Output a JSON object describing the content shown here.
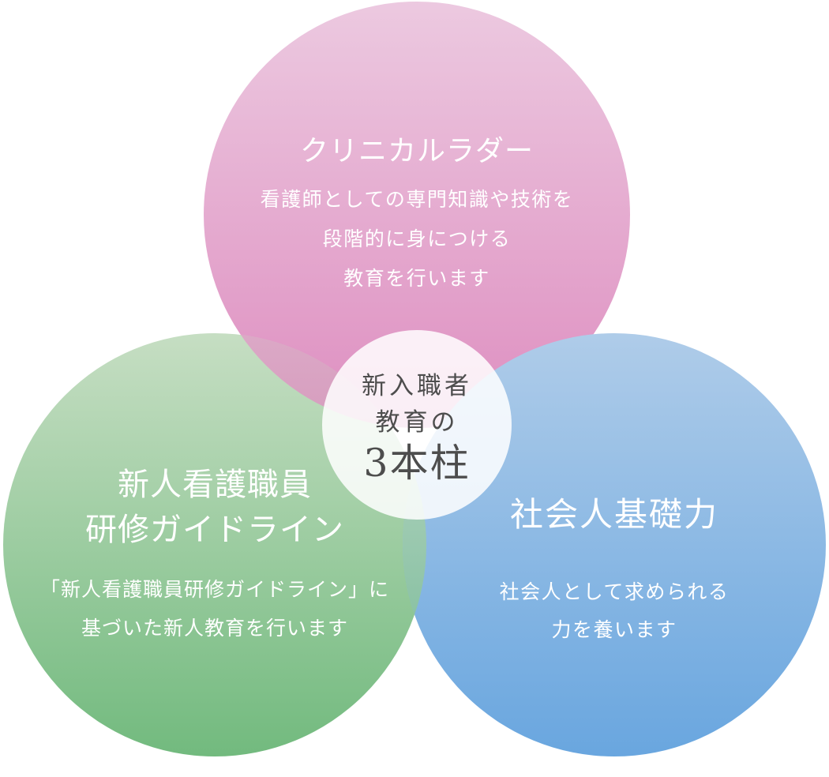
{
  "diagram": {
    "center": {
      "line1": "新入職者",
      "line2": "教育の",
      "line3": "3本柱"
    },
    "circles": {
      "clinical_ladder": {
        "title": "クリニカルラダー",
        "body": [
          "看護師としての専門知識や技術を",
          "段階的に身につける",
          "教育を行います"
        ]
      },
      "guideline": {
        "title_line1": "新人看護職員",
        "title_line2": "研修ガイドライン",
        "body": [
          "「新人看護職員研修ガイドライン」に",
          "基づいた新人教育を行います"
        ]
      },
      "shakaijin": {
        "title": "社会人基礎力",
        "body": [
          "社会人として求められる",
          "力を養います"
        ]
      }
    }
  },
  "colors": {
    "pink_top": "#ECC9E0",
    "pink_bottom": "#DE8EC0",
    "green_top": "#C6DEC3",
    "green_bottom": "#72BA7E",
    "blue_top": "#AFCCE9",
    "blue_bottom": "#69A6DF",
    "center_text": "#4D4D4D",
    "circle_text": "#FFFFFF",
    "center_circle_fill": "rgba(255,255,255,0.85)"
  }
}
